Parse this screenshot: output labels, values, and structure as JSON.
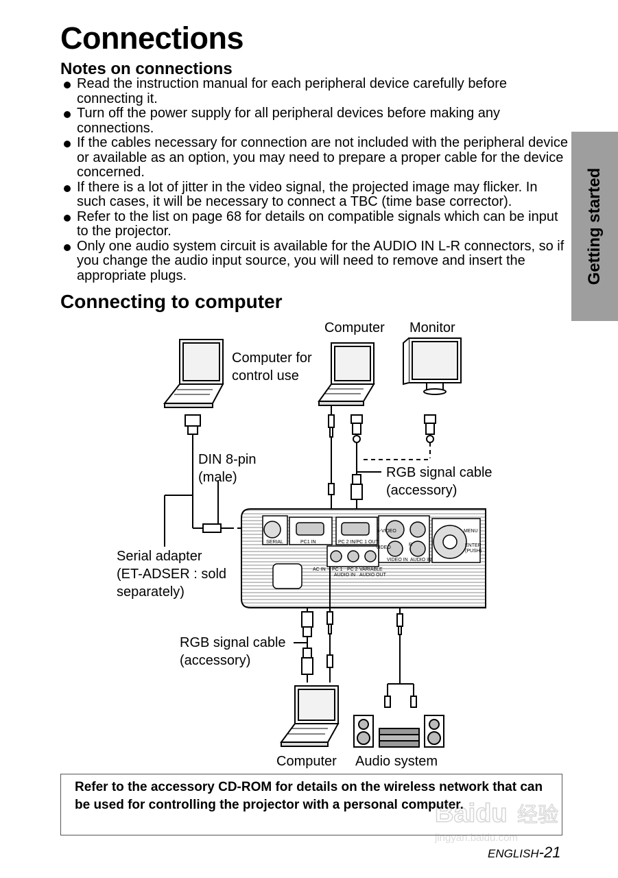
{
  "page": {
    "title": "Connections",
    "side_tab": "Getting started",
    "footer_prefix": "ENGLISH",
    "footer_page": "-21"
  },
  "notes": {
    "heading": "Notes on connections",
    "items": [
      "Read the instruction manual for each peripheral device carefully before connecting it.",
      "Turn off the power supply for all peripheral devices before making any connections.",
      "If the cables necessary for connection are not included with the peripheral device or available as an option, you may need to prepare a proper cable for the device concerned.",
      "If there is a lot of jitter in the video signal, the projected image may flicker. In such cases, it will be necessary to connect a TBC (time base corrector).",
      "Refer to the list on page 68 for details on compatible signals which can be input to the projector.",
      "Only one audio system circuit is available for the AUDIO IN L-R connectors, so if you change the audio input source, you will need to remove and insert the appropriate plugs."
    ]
  },
  "section": {
    "heading": "Connecting to computer"
  },
  "diagram": {
    "labels": {
      "computer_top": "Computer",
      "monitor": "Monitor",
      "computer_control_1": "Computer for",
      "computer_control_2": "control use",
      "din_1": "DIN 8-pin",
      "din_2": "(male)",
      "rgb_top_1": "RGB signal cable",
      "rgb_top_2": "(accessory)",
      "serial_1": "Serial adapter",
      "serial_2": "(ET-ADSER : sold",
      "serial_3": "separately)",
      "rgb_bottom_1": "RGB signal cable",
      "rgb_bottom_2": "(accessory)",
      "computer_bottom": "Computer",
      "audio_system": "Audio system"
    },
    "panel_labels": {
      "serial": "SERIAL",
      "pc1_in": "PC1 IN",
      "pc2_in": "PC 2 IN/PC 1 OUT",
      "s_video": "S-VIDEO",
      "video": "VIDEO",
      "video_in": "VIDEO IN",
      "audio_in": "AUDIO IN",
      "menu": "MENU",
      "enter": "ENTER",
      "push": "(PUSH)",
      "ac_in": "AC IN ~",
      "pc1": "PC 1",
      "pc2": "PC 2",
      "audio_in_small": "AUDIO IN",
      "variable": "VARIABLE",
      "audio_out": "AUDIO OUT",
      "r": "R"
    }
  },
  "note_box": {
    "text": "Refer to the accessory CD-ROM for details on the wireless network that can be used for controlling the projector with a personal computer."
  },
  "watermark": {
    "brand": "Baidu",
    "cn": "经验",
    "url": "jingyan.baidu.com"
  }
}
